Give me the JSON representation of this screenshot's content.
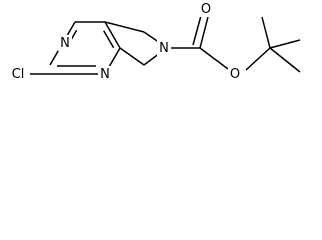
{
  "molecule": {
    "atom_labels": {
      "cl": "Cl",
      "n_ring_top": "N",
      "n_ring_bottom": "N",
      "n_pyrrolidine": "N",
      "o_carbonyl": "O",
      "o_ester": "O"
    }
  }
}
